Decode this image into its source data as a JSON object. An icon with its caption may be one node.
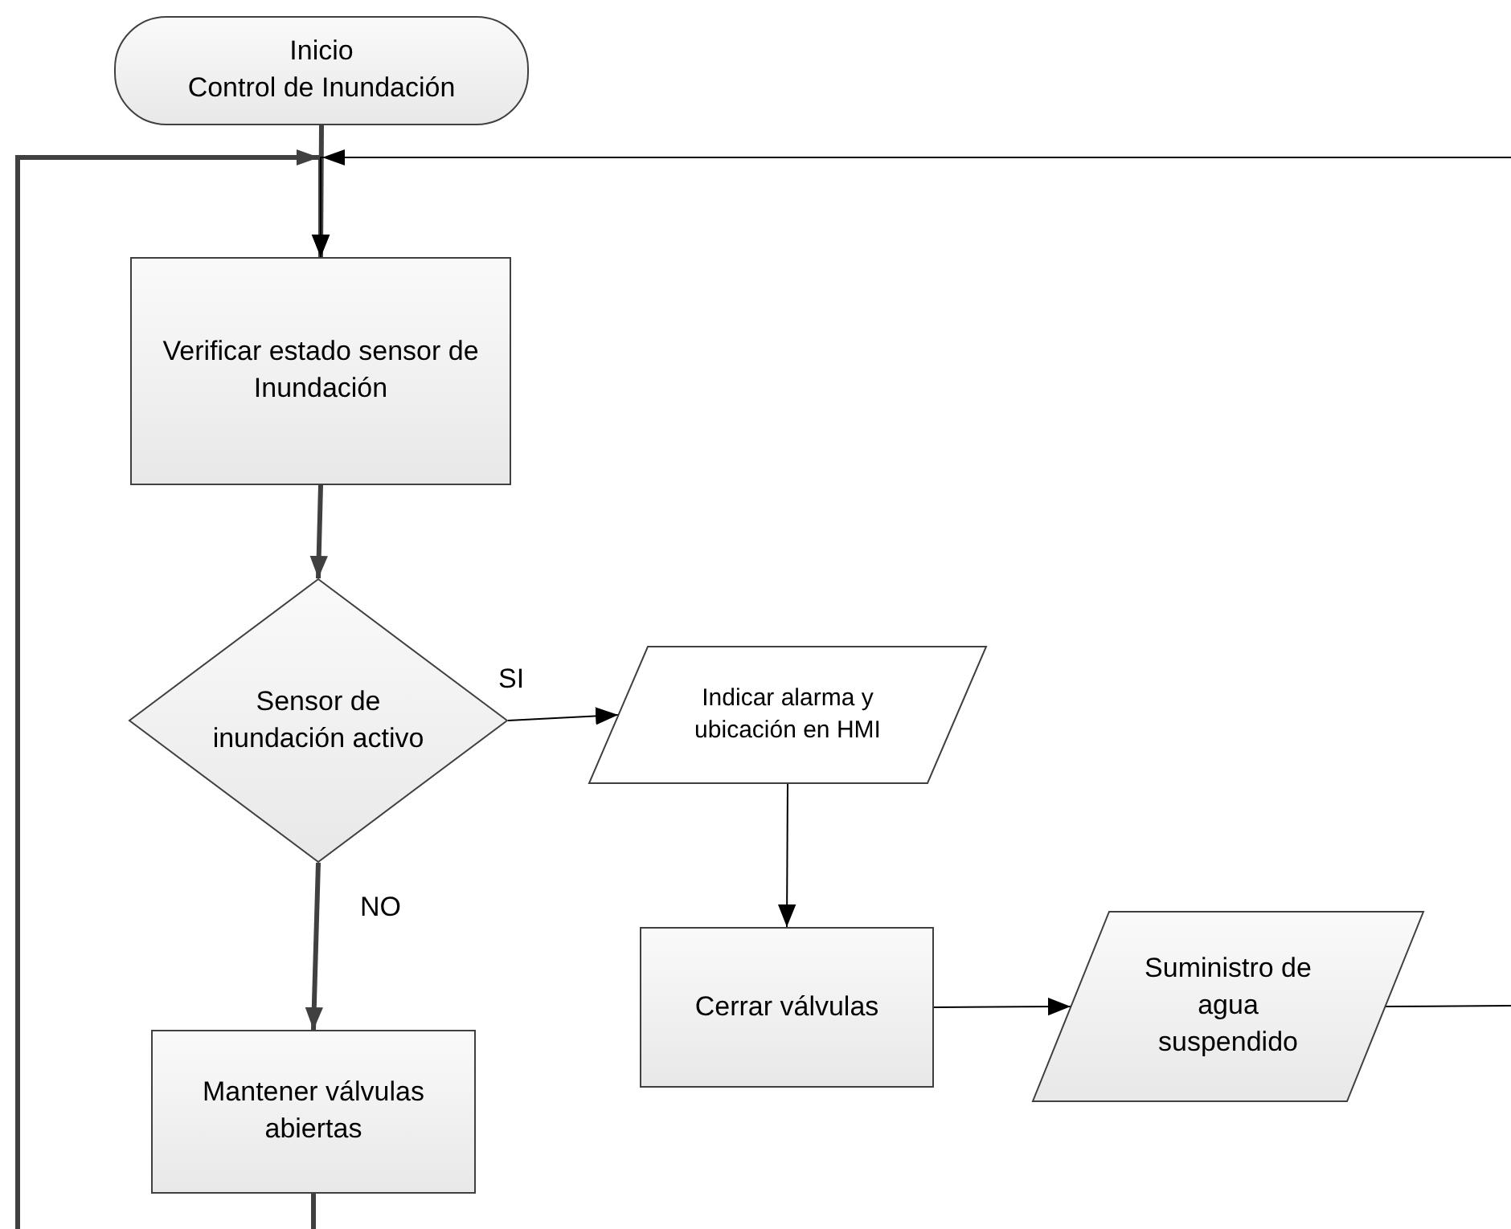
{
  "diagram": {
    "nodes": [
      {
        "text": [
          "Inicio",
          "Control de Inundación"
        ]
      },
      {
        "text": [
          "Verificar estado sensor de Inundación"
        ]
      },
      {
        "text": [
          "Sensor de inundación activo"
        ]
      },
      {
        "text": [
          "Indicar alarma y ubicación en HMI"
        ]
      },
      {
        "text": [
          "Cerrar válvulas"
        ]
      },
      {
        "text": [
          "Suministro de agua suspendido"
        ]
      },
      {
        "text": [
          "Mantener  válvulas abiertas"
        ]
      }
    ],
    "edges": [
      {
        "from": 0,
        "to": 1,
        "arrow": "to",
        "style": "thick",
        "color": "#404040"
      },
      {
        "from": 1,
        "to": 2,
        "arrow": "to",
        "style": "thick",
        "color": "#404040"
      },
      {
        "from": 2,
        "to": 3,
        "arrow": "to",
        "label": "SI"
      },
      {
        "from": 3,
        "to": 4,
        "arrow": "to"
      },
      {
        "from": 4,
        "to": 5,
        "arrow": "to"
      },
      {
        "from": 2,
        "to": 6,
        "arrow": "to",
        "label": "NO",
        "style": "thick",
        "color": "#404040"
      },
      {
        "from": 6,
        "to": null,
        "arrow": "none",
        "style": "thick",
        "color": "#404040"
      },
      {
        "from": null,
        "to": 1,
        "arrow": "to",
        "style": "thick",
        "color": "#404040"
      },
      {
        "from": 5,
        "to": null,
        "arrow": "none"
      },
      {
        "from": null,
        "to": 1,
        "arrow": "to"
      }
    ]
  }
}
